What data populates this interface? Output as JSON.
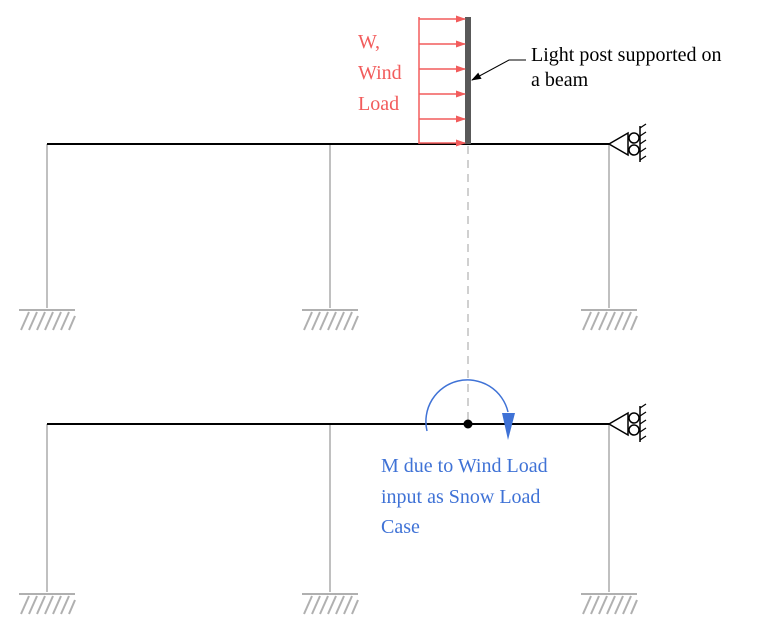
{
  "colors": {
    "wind_load": "#f25c5c",
    "moment": "#3f72d6",
    "beam": "#000000",
    "column": "#c0c0c0",
    "post": "#595959",
    "leader": "#000000",
    "dashed_line": "#c0c0c0"
  },
  "top_frame": {
    "wind_label": {
      "line1": "W,",
      "line2": "Wind",
      "line3": "Load"
    },
    "post_label": {
      "line1": "Light post supported on",
      "line2": "a beam"
    }
  },
  "bottom_frame": {
    "moment_label": {
      "line1": "M due to Wind Load",
      "line2": "input as Snow Load",
      "line3": "Case"
    }
  },
  "icons": {
    "fixed_support": "hatched-ground-icon",
    "roller_support": "roller-support-icon",
    "moment": "curved-arrow-icon"
  }
}
